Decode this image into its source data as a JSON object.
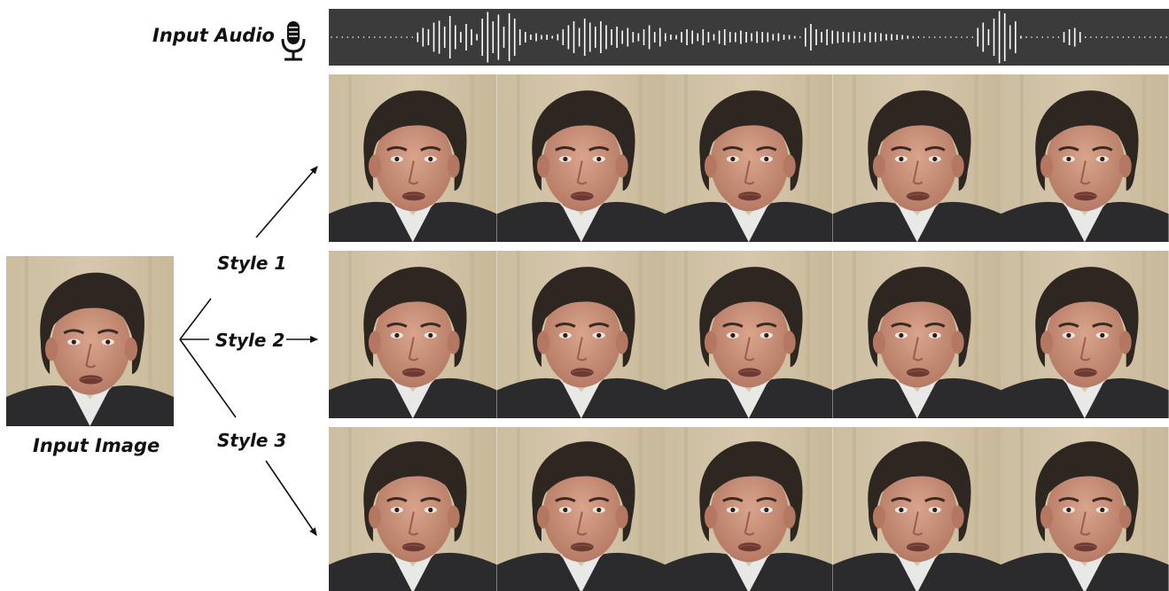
{
  "audio": {
    "label": "Input Audio",
    "icon": "microphone-icon",
    "waveform_amplitudes": [
      0.02,
      0.02,
      0.02,
      0.02,
      0.02,
      0.02,
      0.02,
      0.02,
      0.02,
      0.02,
      0.02,
      0.02,
      0.02,
      0.02,
      0.02,
      0.02,
      0.18,
      0.35,
      0.3,
      0.55,
      0.62,
      0.4,
      0.8,
      0.45,
      0.2,
      0.5,
      0.3,
      0.12,
      0.7,
      0.95,
      0.6,
      0.85,
      0.4,
      0.9,
      0.7,
      0.3,
      0.2,
      0.1,
      0.15,
      0.08,
      0.1,
      0.05,
      0.12,
      0.3,
      0.45,
      0.6,
      0.35,
      0.7,
      0.55,
      0.4,
      0.6,
      0.45,
      0.3,
      0.4,
      0.25,
      0.35,
      0.2,
      0.15,
      0.3,
      0.45,
      0.2,
      0.35,
      0.15,
      0.1,
      0.08,
      0.2,
      0.3,
      0.25,
      0.15,
      0.3,
      0.2,
      0.12,
      0.25,
      0.3,
      0.2,
      0.18,
      0.25,
      0.2,
      0.15,
      0.22,
      0.2,
      0.18,
      0.12,
      0.15,
      0.1,
      0.08,
      0.05,
      0.03,
      0.35,
      0.5,
      0.3,
      0.2,
      0.3,
      0.25,
      0.22,
      0.2,
      0.18,
      0.22,
      0.2,
      0.15,
      0.2,
      0.18,
      0.15,
      0.12,
      0.12,
      0.1,
      0.08,
      0.06,
      0.04,
      0.03,
      0.02,
      0.02,
      0.02,
      0.02,
      0.02,
      0.02,
      0.02,
      0.02,
      0.02,
      0.02,
      0.35,
      0.55,
      0.3,
      0.7,
      0.98,
      0.9,
      0.45,
      0.6,
      0.05,
      0.03,
      0.02,
      0.02,
      0.02,
      0.02,
      0.02,
      0.02,
      0.2,
      0.3,
      0.35,
      0.2,
      0.03,
      0.02,
      0.02,
      0.02,
      0.02,
      0.02,
      0.02,
      0.02,
      0.02,
      0.02,
      0.02,
      0.02,
      0.02,
      0.02,
      0.02,
      0.02
    ],
    "waveform_color": "#ffffff",
    "waveform_background": "#3b3b3b"
  },
  "input_image": {
    "label": "Input Image"
  },
  "styles": [
    {
      "label": "Style 1"
    },
    {
      "label": "Style 2"
    },
    {
      "label": "Style 3"
    }
  ],
  "colors": {
    "background_wall": "#d6c7ad",
    "skin": "#c98e78",
    "hair": "#2e2620",
    "suit": "#2b2b2d",
    "shirt": "#e8e8e6",
    "arrow": "#111111"
  }
}
